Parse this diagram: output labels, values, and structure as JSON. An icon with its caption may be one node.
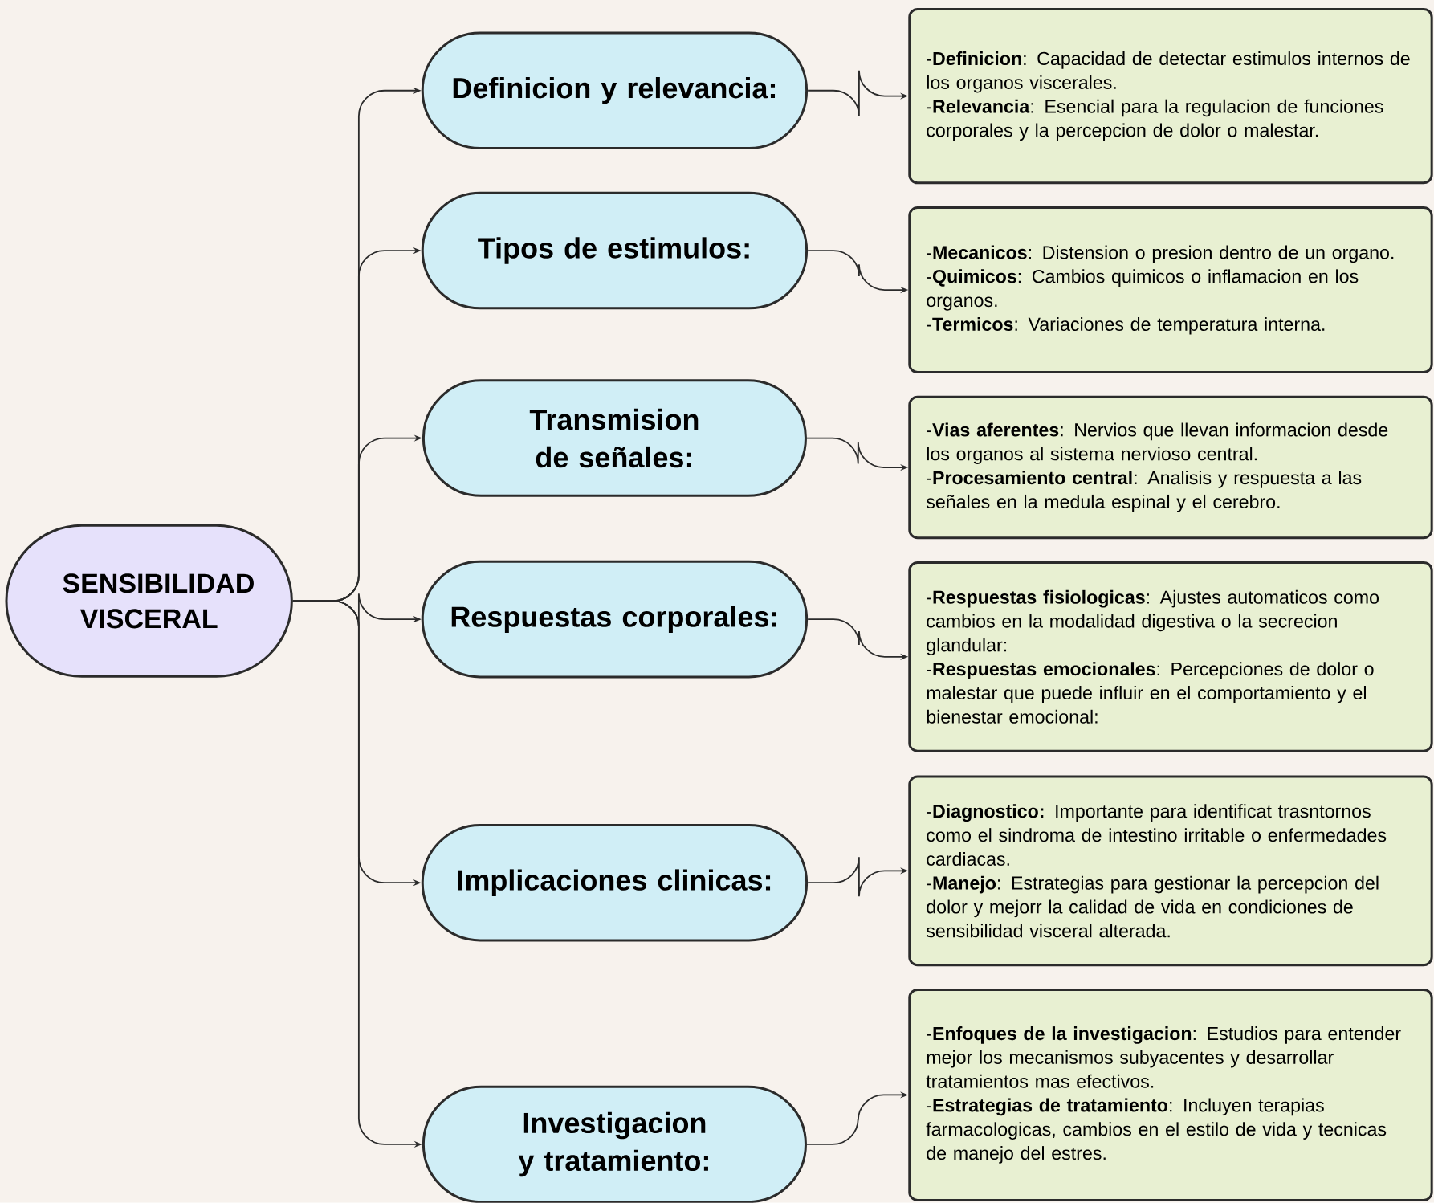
{
  "diagram": {
    "nodes": [
      {
        "text": [
          "SENSIBILIDAD VISCERAL"
        ]
      },
      {
        "text": [
          "Definicion y relevancia:"
        ]
      },
      {
        "text": [
          "-**Definicion**: Capacidad de detectar estimulos internos de los organos viscerales.",
          "-**Relevancia**: Esencial para la regulacion de funciones corporales y la percepcion de dolor o malestar."
        ]
      },
      {
        "text": [
          "Tipos de estimulos:"
        ]
      },
      {
        "text": [
          "-**Mecanicos**: Distension o presion dentro de un organo.",
          "-**Quimicos**: Cambios quimicos o inflamacion en los organos.",
          "-**Termicos**: Variaciones de temperatura interna."
        ]
      },
      {
        "text": [
          "Transmision de señales:"
        ]
      },
      {
        "text": [
          "-**Vias aferentes**: Nervios que llevan informacion desde los organos al sistema nervioso central.",
          "-**Procesamiento central**: Analisis y respuesta a las señales en la medula espinal y el cerebro."
        ]
      },
      {
        "text": [
          "Respuestas corporales:"
        ]
      },
      {
        "text": [
          "-**Respuestas fisiologicas**: Ajustes automaticos como cambios en la modalidad digestiva o la secrecion glandular:",
          "-**Respuestas emocionales**: Percepciones de dolor o malestar que puede influir en el comportamiento y el bienestar emocional:"
        ]
      },
      {
        "text": [
          "Implicaciones clinicas:"
        ]
      },
      {
        "text": [
          "-**Diagnostico:** Importante para identificat trasntornos como el sindroma de intestino irritable o enfermedades cardiacas.",
          "-**Manejo**: Estrategias para gestionar la percepcion del dolor y mejorr la calidad de vida en condiciones de sensibilidad visceral alterada."
        ]
      },
      {
        "text": [
          "Investigacion y tratamiento:"
        ]
      },
      {
        "text": [
          "-**Enfoques de la investigacion**: Estudios para entender mejor los mecanismos subyacentes y desarrollar tratamientos mas efectivos.",
          "-**Estrategias de tratamiento**: Incluyen terapias farmacologicas, cambios en el estilo de vida y tecnicas de manejo del estres."
        ]
      }
    ],
    "edges": [
      {
        "from": 0,
        "to": 1,
        "arrow": "to"
      },
      {
        "from": 0,
        "to": 3,
        "arrow": "to"
      },
      {
        "from": 0,
        "to": 5,
        "arrow": "to"
      },
      {
        "from": 0,
        "to": 7,
        "arrow": "to"
      },
      {
        "from": 0,
        "to": 9,
        "arrow": "to"
      },
      {
        "from": 0,
        "to": 11,
        "arrow": "to"
      },
      {
        "from": 1,
        "to": 2,
        "arrow": "to"
      },
      {
        "from": 3,
        "to": 4,
        "arrow": "to"
      },
      {
        "from": 5,
        "to": 6,
        "arrow": "to"
      },
      {
        "from": 7,
        "to": 8,
        "arrow": "to"
      },
      {
        "from": 9,
        "to": 10,
        "arrow": "to"
      },
      {
        "from": 11,
        "to": 12,
        "arrow": "to"
      }
    ]
  }
}
